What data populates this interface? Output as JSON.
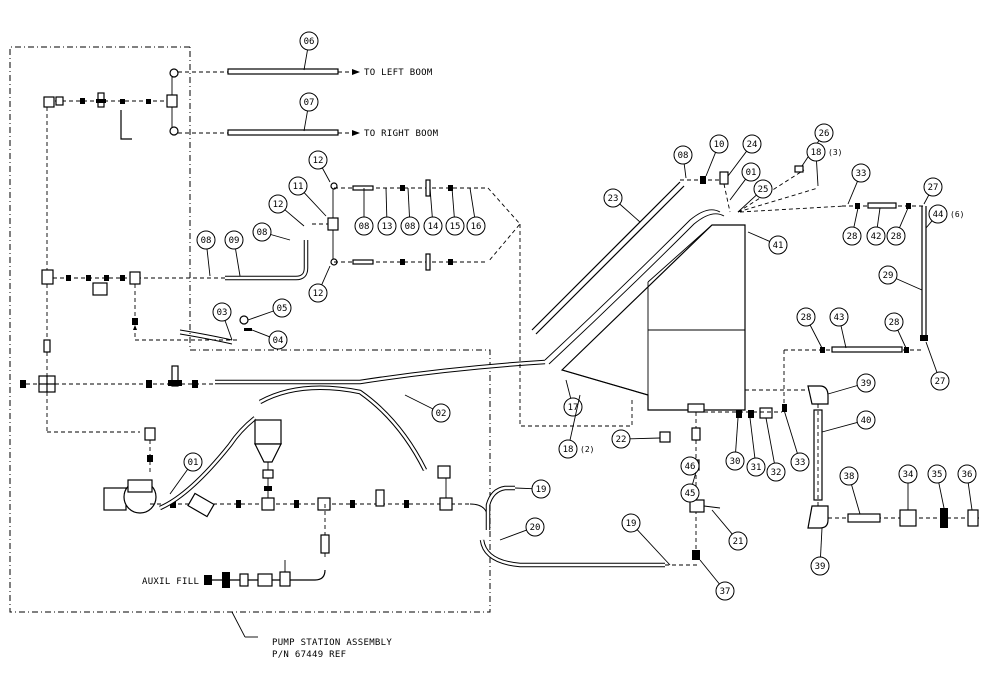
{
  "diagram": {
    "annotations": {
      "left_boom": "TO LEFT BOOM",
      "right_boom": "TO RIGHT BOOM",
      "auxil_fill": "AUXIL FILL",
      "pump_station_line1": "PUMP STATION ASSEMBLY",
      "pump_station_line2": "P/N 67449 REF"
    },
    "balloons": [
      {
        "id": "06",
        "note": ""
      },
      {
        "id": "07",
        "note": ""
      },
      {
        "id": "12",
        "note": ""
      },
      {
        "id": "11",
        "note": ""
      },
      {
        "id": "12",
        "note": ""
      },
      {
        "id": "08",
        "note": ""
      },
      {
        "id": "09",
        "note": ""
      },
      {
        "id": "08",
        "note": ""
      },
      {
        "id": "08",
        "note": ""
      },
      {
        "id": "13",
        "note": ""
      },
      {
        "id": "08",
        "note": ""
      },
      {
        "id": "14",
        "note": ""
      },
      {
        "id": "15",
        "note": ""
      },
      {
        "id": "16",
        "note": ""
      },
      {
        "id": "12",
        "note": ""
      },
      {
        "id": "03",
        "note": ""
      },
      {
        "id": "05",
        "note": ""
      },
      {
        "id": "04",
        "note": ""
      },
      {
        "id": "02",
        "note": ""
      },
      {
        "id": "01",
        "note": ""
      },
      {
        "id": "19",
        "note": ""
      },
      {
        "id": "20",
        "note": ""
      },
      {
        "id": "19",
        "note": ""
      },
      {
        "id": "08",
        "note": ""
      },
      {
        "id": "10",
        "note": ""
      },
      {
        "id": "24",
        "note": ""
      },
      {
        "id": "01",
        "note": ""
      },
      {
        "id": "25",
        "note": ""
      },
      {
        "id": "26",
        "note": ""
      },
      {
        "id": "18",
        "note": "(3)"
      },
      {
        "id": "23",
        "note": ""
      },
      {
        "id": "33",
        "note": ""
      },
      {
        "id": "27",
        "note": ""
      },
      {
        "id": "28",
        "note": ""
      },
      {
        "id": "42",
        "note": ""
      },
      {
        "id": "28",
        "note": ""
      },
      {
        "id": "44",
        "note": "(6)"
      },
      {
        "id": "41",
        "note": ""
      },
      {
        "id": "29",
        "note": ""
      },
      {
        "id": "28",
        "note": ""
      },
      {
        "id": "43",
        "note": ""
      },
      {
        "id": "28",
        "note": ""
      },
      {
        "id": "27",
        "note": ""
      },
      {
        "id": "17",
        "note": ""
      },
      {
        "id": "18",
        "note": "(2)"
      },
      {
        "id": "22",
        "note": ""
      },
      {
        "id": "46",
        "note": ""
      },
      {
        "id": "30",
        "note": ""
      },
      {
        "id": "31",
        "note": ""
      },
      {
        "id": "32",
        "note": ""
      },
      {
        "id": "33",
        "note": ""
      },
      {
        "id": "39",
        "note": ""
      },
      {
        "id": "40",
        "note": ""
      },
      {
        "id": "45",
        "note": ""
      },
      {
        "id": "21",
        "note": ""
      },
      {
        "id": "37",
        "note": ""
      },
      {
        "id": "38",
        "note": ""
      },
      {
        "id": "34",
        "note": ""
      },
      {
        "id": "35",
        "note": ""
      },
      {
        "id": "36",
        "note": ""
      },
      {
        "id": "39",
        "note": ""
      }
    ]
  }
}
